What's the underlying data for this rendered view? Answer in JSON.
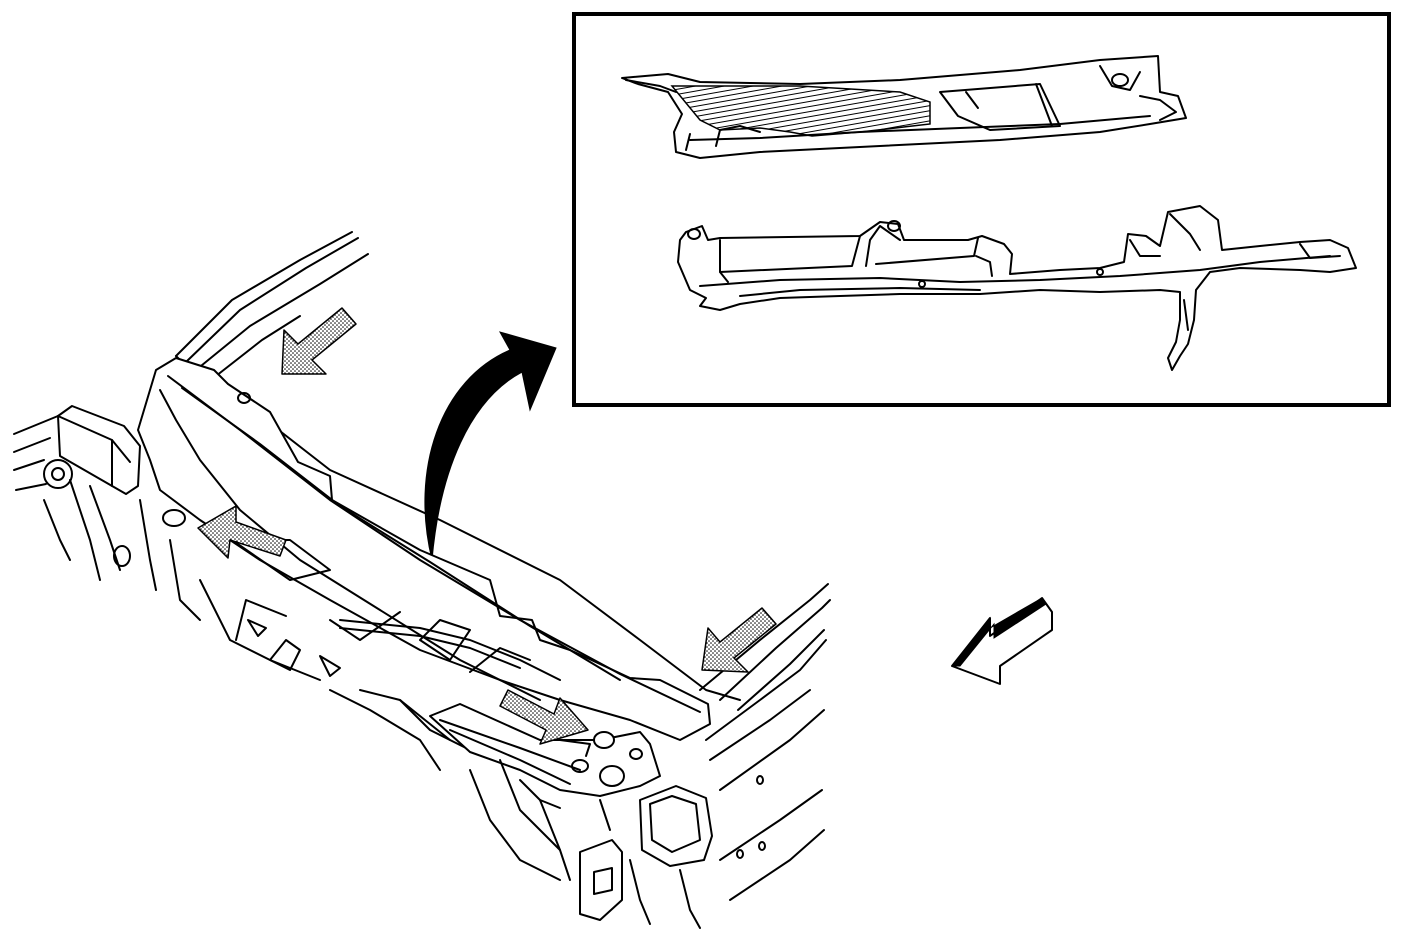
{
  "figure": {
    "kind": "technical-line-drawing",
    "subject": "air-inlet-grille-panel-removal",
    "callouts": {
      "inset_views": [
        "inlet-grille-panel",
        "wiper-harness-and-brackets"
      ],
      "locator_arrows": 5,
      "view_direction_arrow": "front-left"
    }
  },
  "colors": {
    "line": "#000000",
    "background": "#ffffff",
    "stipple": "#000000"
  }
}
